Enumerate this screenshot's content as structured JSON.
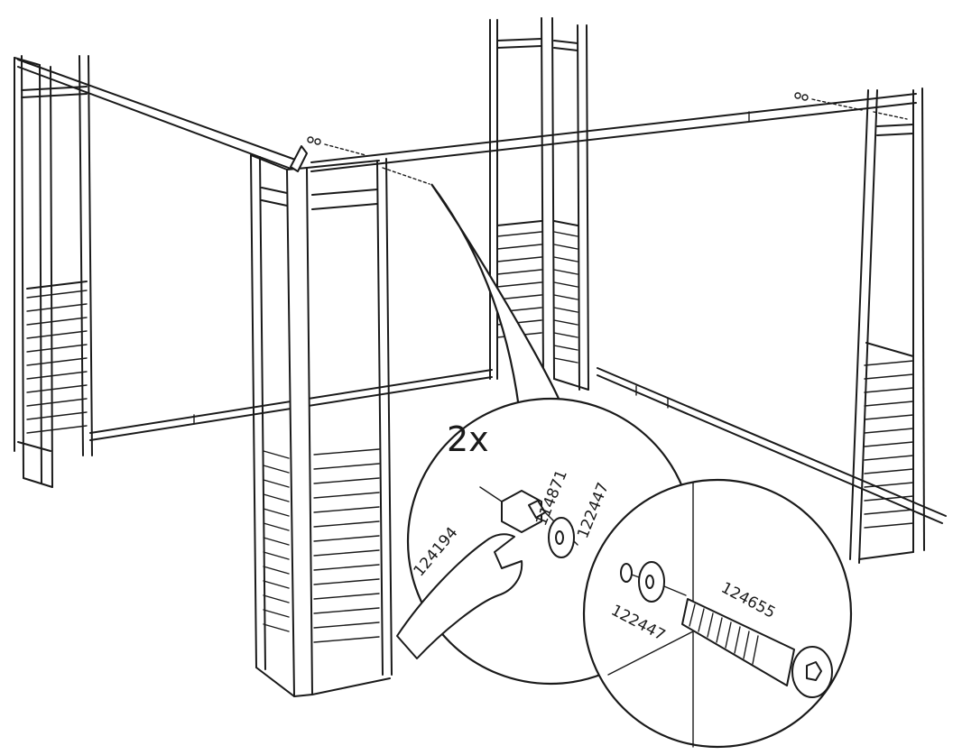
{
  "step": {
    "quantity": "2x"
  },
  "parts": {
    "nut": "114871",
    "washer_inner": "122447",
    "wrench": "124194",
    "washer_outer": "122447",
    "bolt": "124655"
  }
}
